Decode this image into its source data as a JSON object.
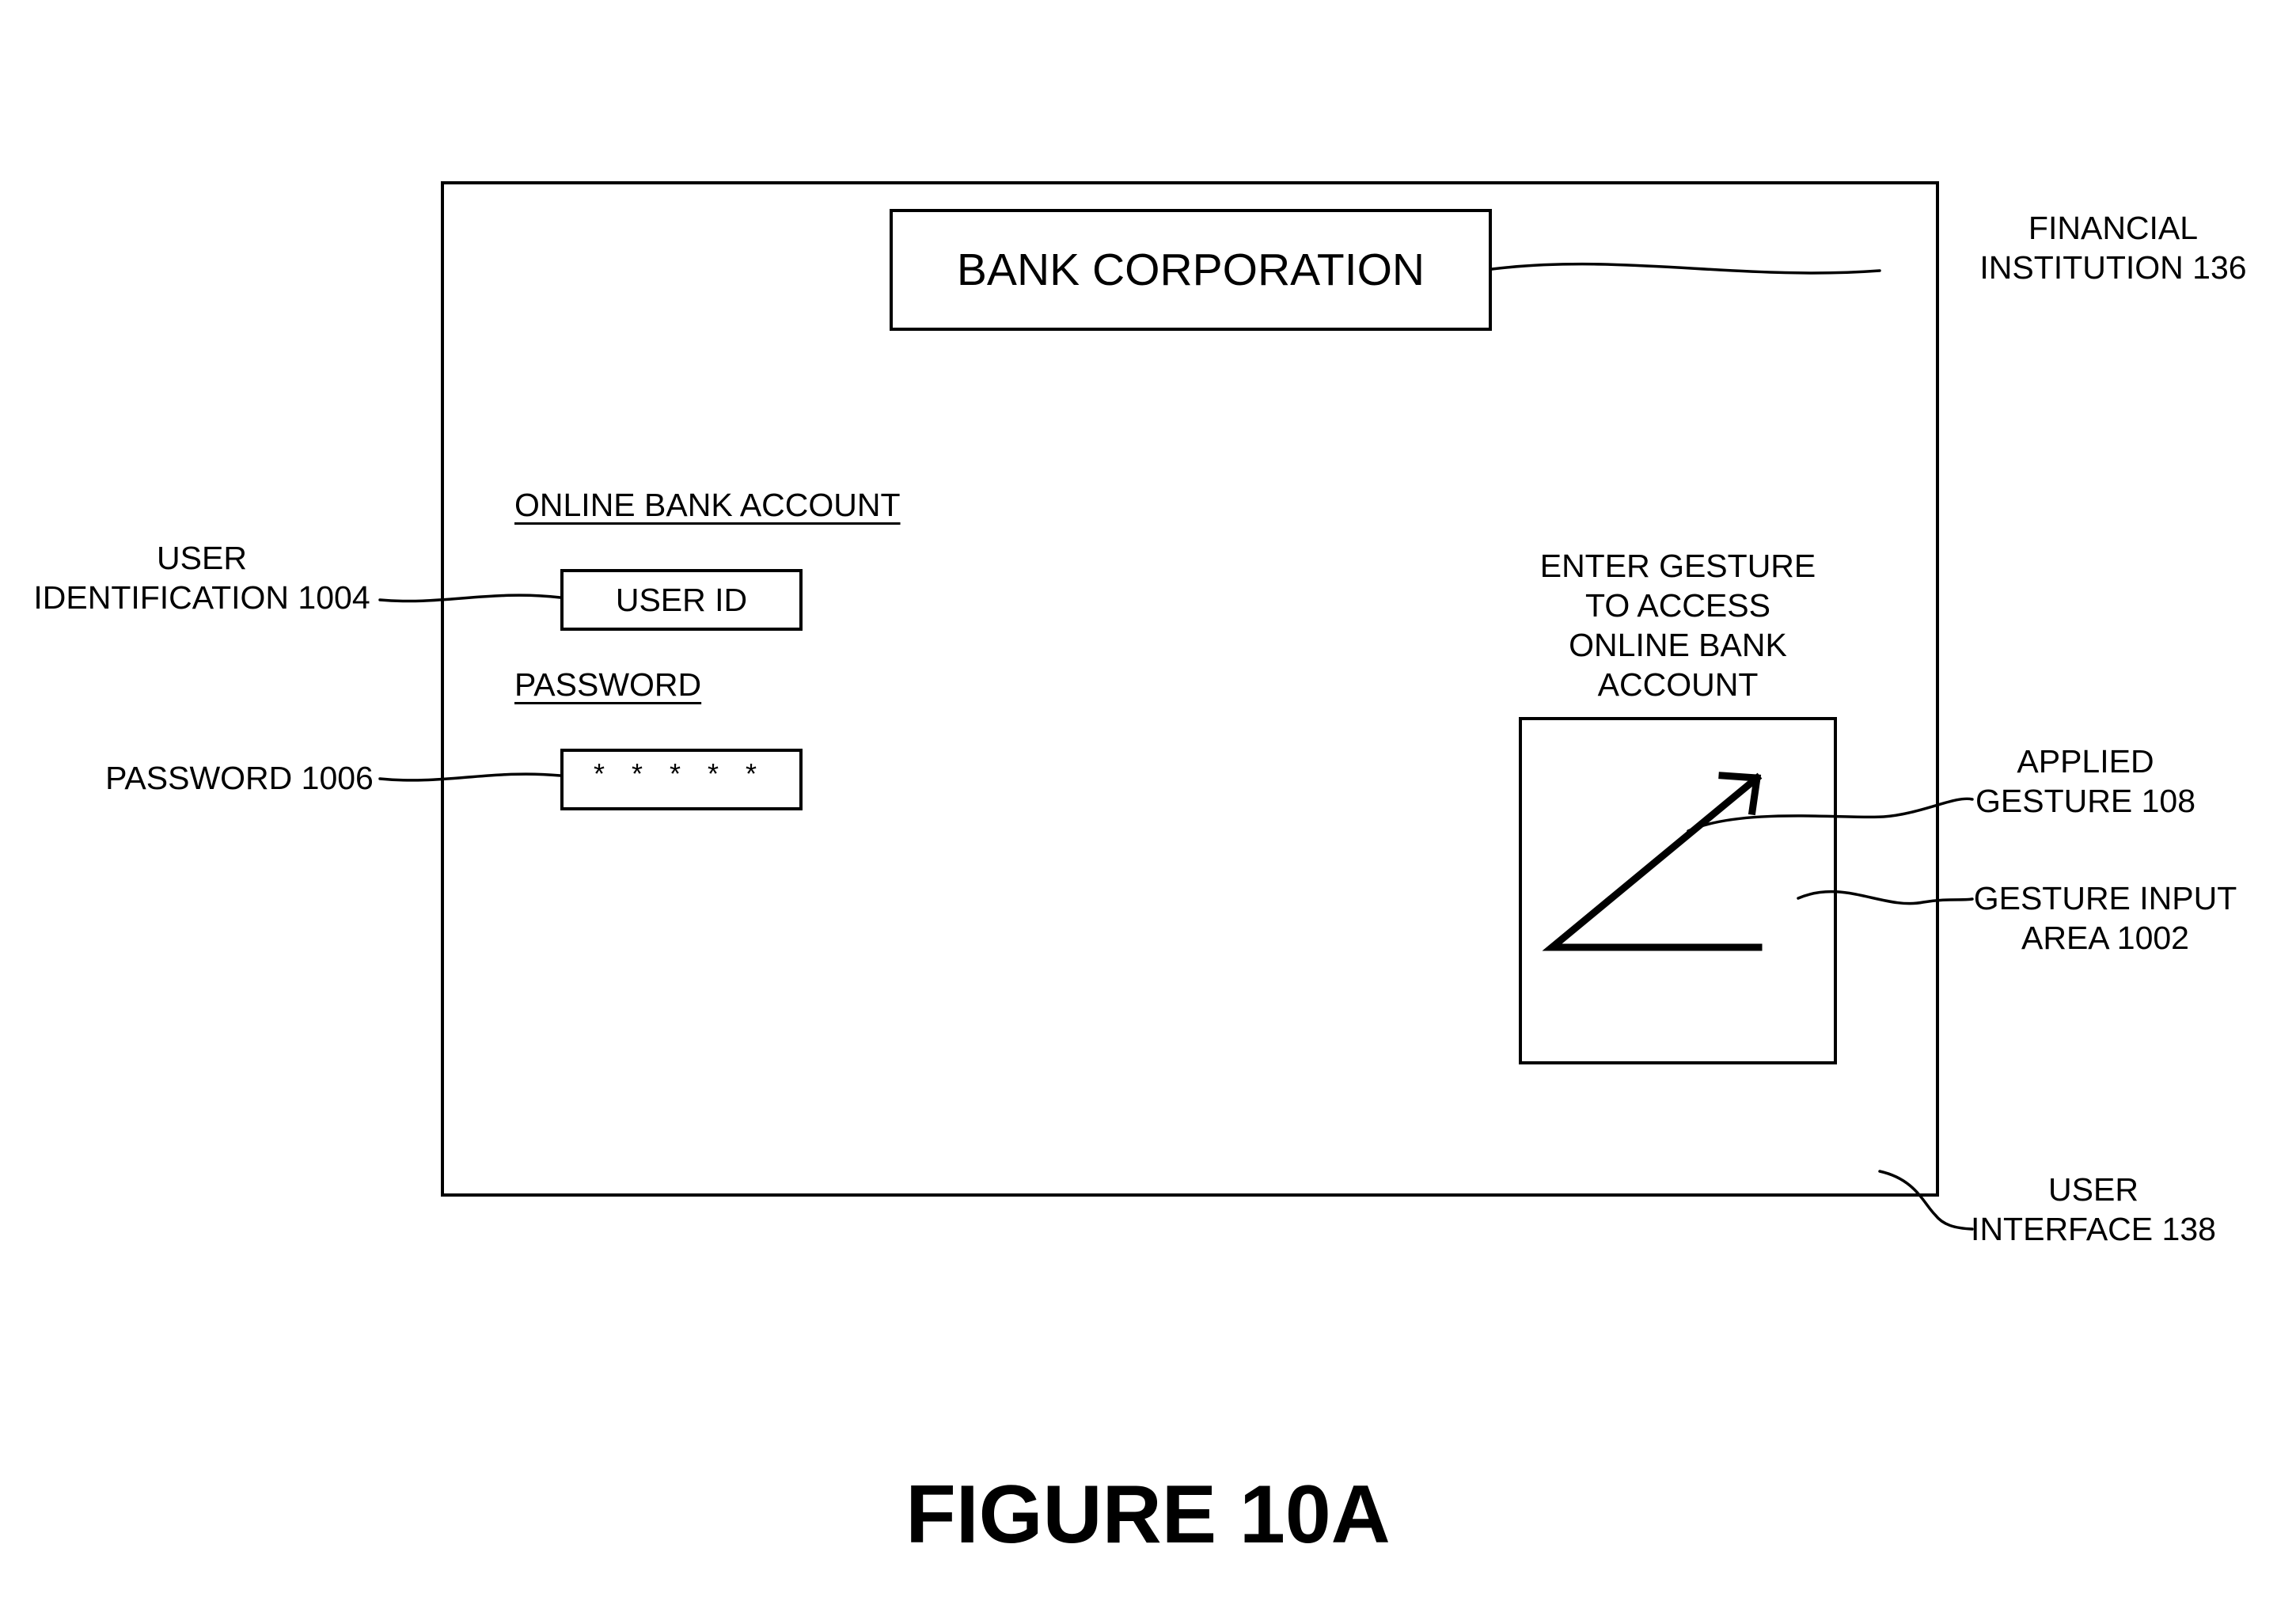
{
  "user_interface": {
    "financial_institution_name": "BANK CORPORATION",
    "online_bank_account_label": "ONLINE BANK ACCOUNT",
    "user_id_field_value": "USER ID",
    "password_label": "PASSWORD",
    "password_field_value": "* * * * *",
    "gesture_instruction_lines": [
      "ENTER GESTURE",
      "TO ACCESS",
      "ONLINE BANK",
      "ACCOUNT"
    ]
  },
  "callouts": {
    "financial_institution": [
      "FINANCIAL",
      "INSTITUTION 136"
    ],
    "user_identification": [
      "USER",
      "IDENTIFICATION 1004"
    ],
    "password": [
      "PASSWORD 1006"
    ],
    "applied_gesture": [
      "APPLIED",
      "GESTURE 108"
    ],
    "gesture_input_area": [
      "GESTURE INPUT",
      "AREA 1002"
    ],
    "user_interface": [
      "USER",
      "INTERFACE 138"
    ]
  },
  "figure_title": "FIGURE 10A"
}
